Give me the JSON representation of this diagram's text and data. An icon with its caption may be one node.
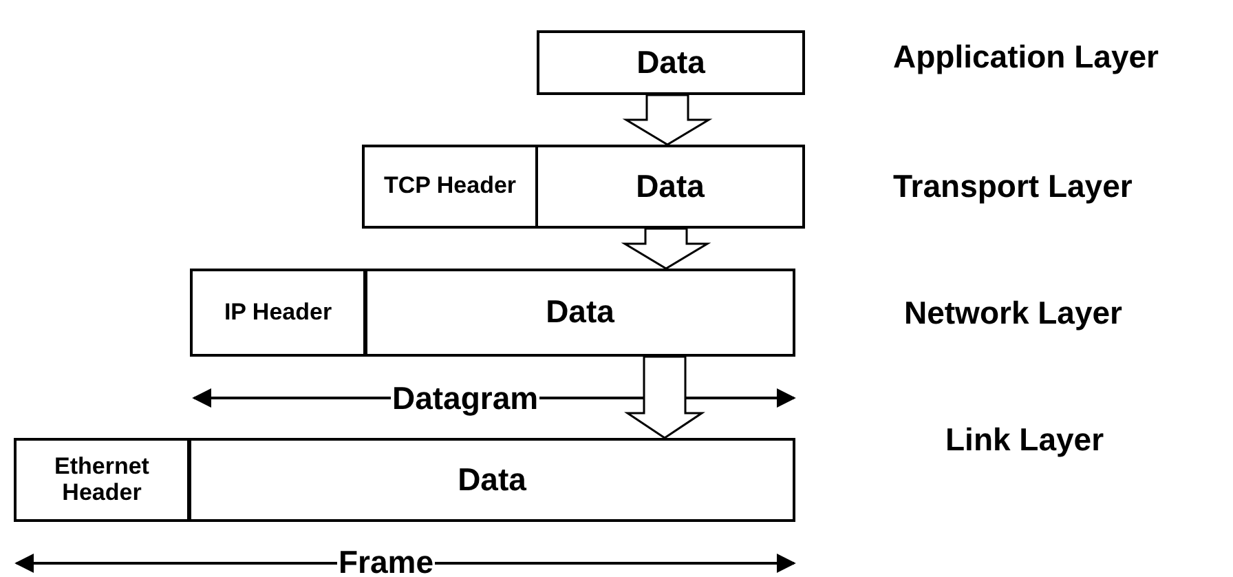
{
  "diagram": {
    "nodes": [
      {
        "text": [
          "Data"
        ]
      },
      {
        "text": [
          "TCP Header"
        ]
      },
      {
        "text": [
          "Data"
        ]
      },
      {
        "text": [
          "IP Header"
        ]
      },
      {
        "text": [
          "Data"
        ]
      },
      {
        "text": [
          "Ethernet Header"
        ]
      },
      {
        "text": [
          "Data"
        ]
      }
    ],
    "edges": [
      {
        "from": 0,
        "to": 2,
        "arrow": "to"
      },
      {
        "from": 2,
        "to": 4,
        "arrow": "to"
      },
      {
        "from": 4,
        "to": 6,
        "arrow": "to"
      }
    ],
    "labels": [
      "Application Layer",
      "Transport Layer",
      "Network Layer",
      "Datagram",
      "Link Layer",
      "Frame"
    ]
  }
}
